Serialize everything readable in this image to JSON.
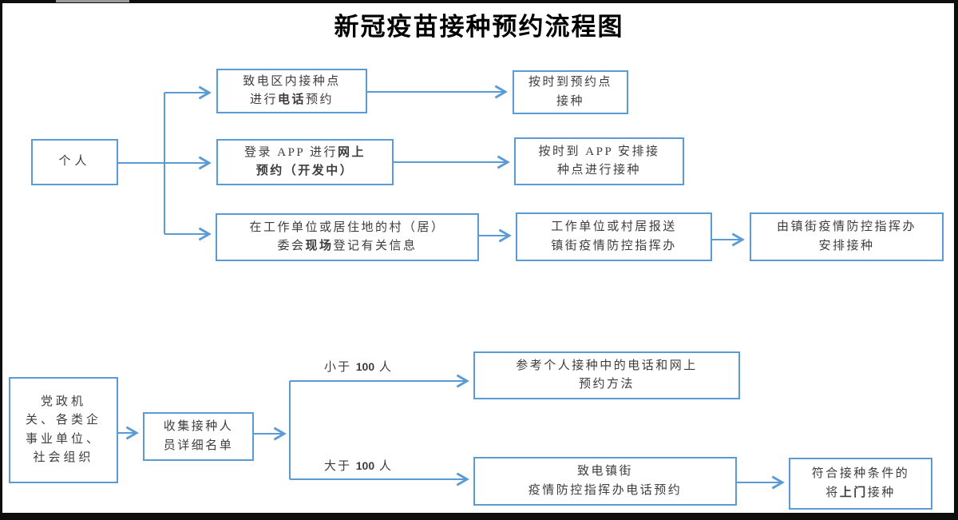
{
  "title": "新冠疫苗接种预约流程图",
  "colors": {
    "line": "#5b9bd5",
    "border": "#5b9bd5",
    "text": "#3d3d3d"
  },
  "boxes": {
    "personal": {
      "line1": "个人"
    },
    "phone_booking": {
      "line1": "致电区内接种点",
      "line2_pre": "进行",
      "line2_bold": "电话",
      "line2_post": "预约"
    },
    "arrive_point": {
      "line1": "按时到预约点",
      "line2": "接种"
    },
    "app_booking": {
      "line1_pre": "登录 APP 进行",
      "line1_bold": "网上",
      "line2_bold": "预约（开发中）"
    },
    "arrive_app": {
      "line1": "按时到 APP 安排接",
      "line2": "种点进行接种"
    },
    "onsite_register": {
      "line1": "在工作单位或居住地的村（居）",
      "line2_pre": "委会",
      "line2_bold": "现场",
      "line2_post": "登记有关信息"
    },
    "report_command": {
      "line1": "工作单位或村居报送",
      "line2": "镇街疫情防控指挥办"
    },
    "command_arrange": {
      "line1": "由镇街疫情防控指挥办",
      "line2": "安排接种"
    },
    "org": {
      "line1": "党政机",
      "line2": "关、各类企",
      "line3": "事业单位、",
      "line4": "社会组织"
    },
    "collect_list": {
      "line1": "收集接种人",
      "line2": "员详细名单"
    },
    "refer_personal": {
      "line1": "参考个人接种中的电话和网上",
      "line2": "预约方法"
    },
    "call_command": {
      "line1": "致电镇街",
      "line2": "疫情防控指挥办电话预约"
    },
    "door_service": {
      "line1": "符合接种条件的",
      "line2_pre": "将",
      "line2_bold": "上门",
      "line2_post": "接种"
    }
  },
  "labels": {
    "lt100": {
      "pre": "小于 ",
      "num": "100",
      "post": " 人"
    },
    "gt100": {
      "pre": "大于 ",
      "num": "100",
      "post": " 人"
    }
  }
}
